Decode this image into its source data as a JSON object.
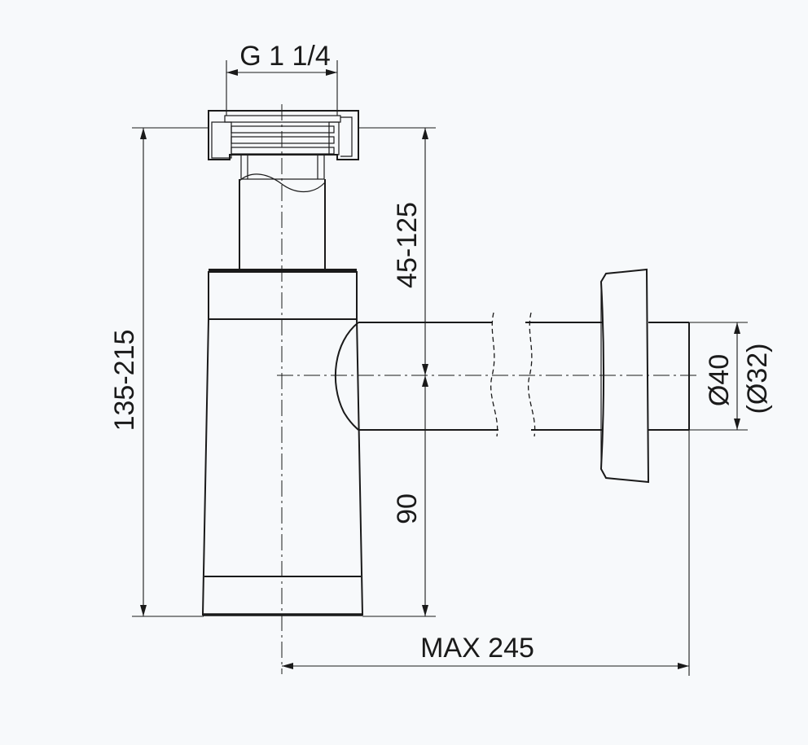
{
  "labels": {
    "thread": "G 1 1/4",
    "total_height": "135-215",
    "inlet_height": "45-125",
    "outlet_height": "90",
    "outlet_diameter": "Ø40",
    "outlet_diameter_alt": "(Ø32)",
    "max_length": "MAX 245"
  }
}
